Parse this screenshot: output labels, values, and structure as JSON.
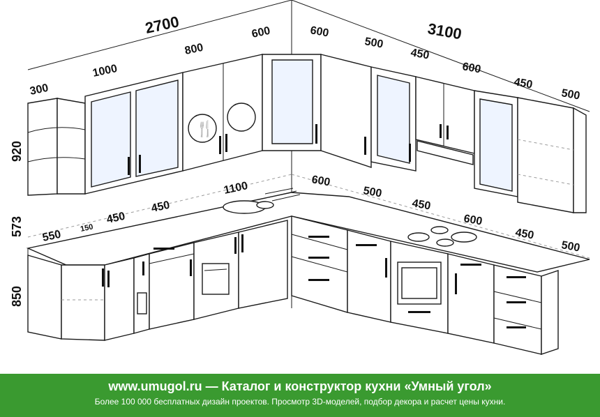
{
  "dimensions": {
    "upper_left_total": "2700",
    "upper_right_total": "3100",
    "upper_left": [
      "300",
      "1000",
      "800",
      "600"
    ],
    "upper_right": [
      "600",
      "500",
      "450",
      "600",
      "450",
      "500"
    ],
    "heights": [
      "920",
      "573",
      "850"
    ],
    "lower_left": [
      "550",
      "150",
      "450",
      "450",
      "1100"
    ],
    "lower_right": [
      "600",
      "500",
      "450",
      "600",
      "450",
      "500"
    ]
  },
  "footer": {
    "line1": "www.umugol.ru — Каталог и конструктор кухни «Умный угол»",
    "line2": "Более 100 000 бесплатных дизайн проектов. Просмотр 3D-моделей, подбор декора и расчет цены кухни."
  },
  "colors": {
    "footer_bg": "#3a9a30",
    "footer_text": "#ffffff"
  }
}
